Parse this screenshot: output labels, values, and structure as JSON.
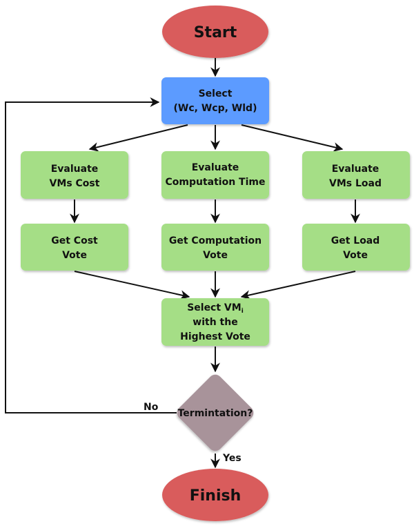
{
  "colors": {
    "terminal": "#d95b5b",
    "select": "#5b9bff",
    "process": "#a5de86",
    "decision": "#a8939a",
    "line": "#111111"
  },
  "nodes": {
    "start": {
      "label": "Start"
    },
    "select_weights": {
      "line1": "Select",
      "line2": "(Wc, Wcp, Wld)"
    },
    "eval_cost": {
      "line1": "Evaluate",
      "line2": "VMs Cost"
    },
    "eval_time": {
      "line1": "Evaluate",
      "line2": "Computation Time"
    },
    "eval_load": {
      "line1": "Evaluate",
      "line2": "VMs Load"
    },
    "vote_cost": {
      "line1": "Get Cost",
      "line2": "Vote"
    },
    "vote_time": {
      "line1": "Get Computation",
      "line2": "Vote"
    },
    "vote_load": {
      "line1": "Get Load",
      "line2": "Vote"
    },
    "select_vm": {
      "line1_main": "Select VM",
      "line1_sub": "i",
      "line2": "with the",
      "line3": "Highest Vote"
    },
    "termination": {
      "label": "Termintation?"
    },
    "finish": {
      "label": "Finish"
    }
  },
  "edges": {
    "no_label": "No",
    "yes_label": "Yes"
  }
}
